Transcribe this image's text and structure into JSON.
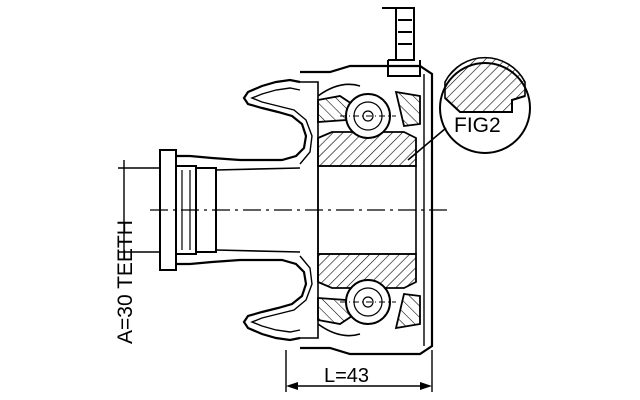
{
  "labels": {
    "teeth": "A=30 TEETH",
    "length": "L=43",
    "detail": "FIG2"
  },
  "colors": {
    "ink": "#000000",
    "paper": "#ffffff"
  }
}
